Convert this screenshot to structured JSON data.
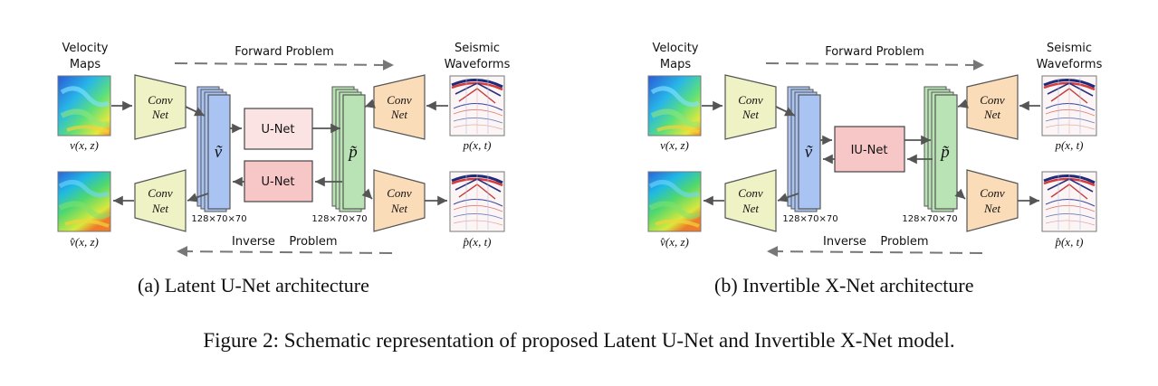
{
  "figure_caption": "Figure 2: Schematic representation of proposed Latent U-Net and Invertible X-Net model.",
  "panels": [
    {
      "caption": "(a) Latent U-Net architecture",
      "velocity_title_line1": "Velocity",
      "velocity_title_line2": "Maps",
      "seismic_title_line1": "Seismic",
      "seismic_title_line2": "Waveforms",
      "forward_label": "Forward Problem",
      "inverse_label_word1": "Inverse",
      "inverse_label_word2": "Problem",
      "conv_line1": "Conv",
      "conv_line2": "Net",
      "latent_v": "ṽ",
      "latent_p": "p̃",
      "latent_size": "128×70×70",
      "v_label": "v(x, z)",
      "v_hat_label": "v̂(x, z)",
      "p_label": "p(x, t)",
      "p_hat_label": "p̂(x, t)",
      "unet_top": "U-Net",
      "unet_bottom": "U-Net"
    },
    {
      "caption": "(b) Invertible X-Net architecture",
      "velocity_title_line1": "Velocity",
      "velocity_title_line2": "Maps",
      "seismic_title_line1": "Seismic",
      "seismic_title_line2": "Waveforms",
      "forward_label": "Forward Problem",
      "inverse_label_word1": "Inverse",
      "inverse_label_word2": "Problem",
      "conv_line1": "Conv",
      "conv_line2": "Net",
      "latent_v": "ṽ",
      "latent_p": "p̃",
      "latent_size": "128×70×70",
      "v_label": "v(x, z)",
      "v_hat_label": "v̂(x, z)",
      "p_label": "p(x, t)",
      "p_hat_label": "p̂(x, t)",
      "iunet": "IU-Net"
    }
  ],
  "colors": {
    "velocity_conv_fill": "#eef2c4",
    "seismic_conv_fill": "#fbdcb8",
    "latent_v_fill": "#a9c4f2",
    "latent_p_fill": "#b9e3b4",
    "unet_top_fill": "#fbe3e3",
    "unet_bottom_fill": "#f7c6c6",
    "iunet_fill": "#f7c6c6",
    "arrow": "#555555"
  }
}
